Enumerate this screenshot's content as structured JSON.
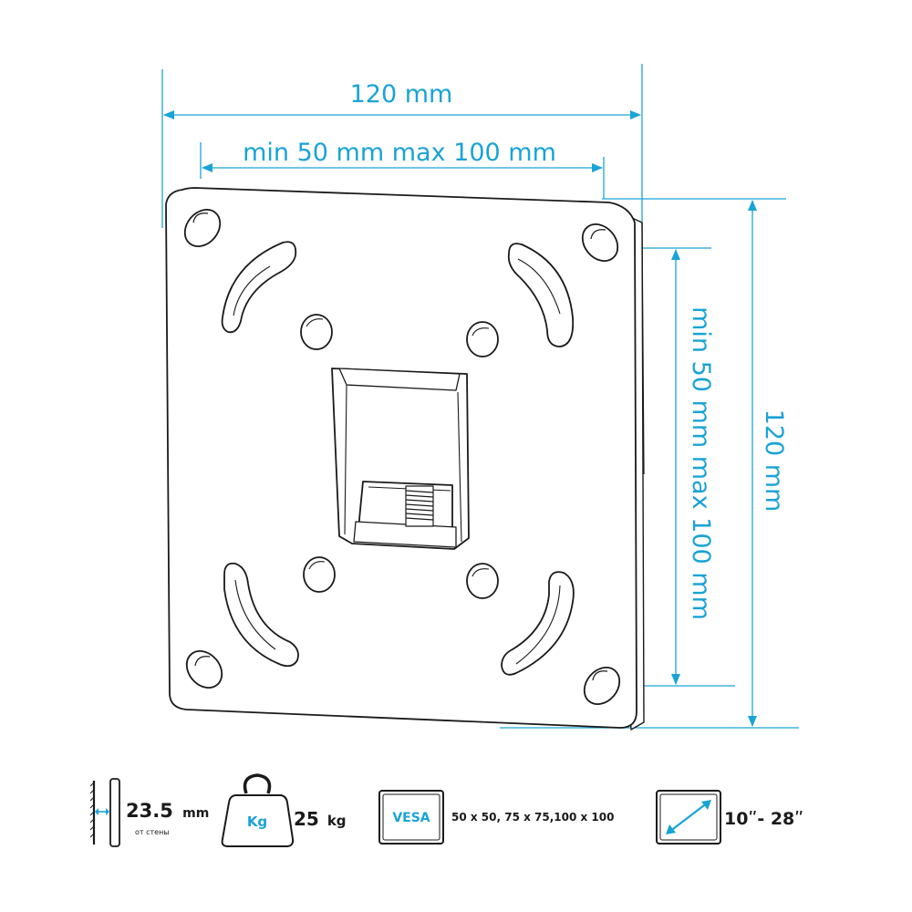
{
  "dimensions": {
    "outer_width": "120 mm",
    "inner_width": "min 50 mm max 100 mm",
    "outer_height": "120 mm",
    "inner_height": "min 50 mm max 100 mm"
  },
  "specs": {
    "wall_distance": {
      "value": "23.5",
      "unit": "mm",
      "caption": "от стены"
    },
    "max_load": {
      "icon_label": "Kg",
      "value": "25",
      "unit": "kg"
    },
    "vesa": {
      "icon_label": "VESA",
      "patterns": "50 x 50, 75 x 75,100 x 100"
    },
    "screen_size": {
      "range": "10ʺ- 28ʺ"
    }
  },
  "colors": {
    "accent": "#1aa3d6",
    "outline": "#1a1a1a",
    "plate_fill": "#ffffff"
  },
  "icons": {
    "wall": "wall-distance-icon",
    "weight": "weight-icon",
    "vesa": "vesa-icon",
    "diagonal": "screen-diagonal-icon"
  }
}
